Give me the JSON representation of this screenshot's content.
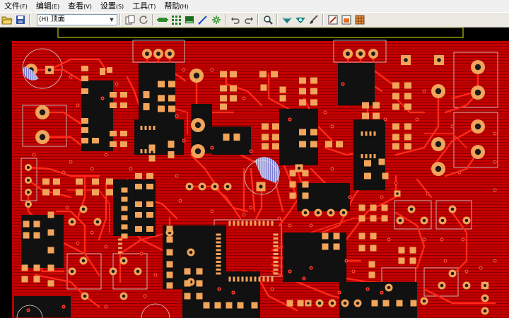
{
  "menu": [
    {
      "label": "文件",
      "key": "(F)"
    },
    {
      "label": "编辑",
      "key": "(E)"
    },
    {
      "label": "查看",
      "key": "(V)"
    },
    {
      "label": "设置",
      "key": "(S)"
    },
    {
      "label": "工具",
      "key": "(T)"
    },
    {
      "label": "帮助",
      "key": "(H)"
    }
  ],
  "toolbar": {
    "layer_code": "(H)",
    "layer_value": "顶面"
  },
  "colors": {
    "board": "#c40000",
    "board_dark": "#8a0000",
    "trace": "#ff2a1a",
    "copper_pad": "#f2a45a",
    "hole": "#1a1a1a",
    "outline": "#d8d8d8",
    "background": "#000000",
    "toolbar": "#ece9e3"
  },
  "icons": [
    "open-folder-icon",
    "save-icon",
    "copy-icon",
    "refresh-icon",
    "component-icon",
    "grid-icon",
    "route-icon",
    "diagonal-route-icon",
    "via-icon",
    "undo-icon",
    "redo-icon",
    "zoom-icon",
    "net-icon",
    "cross-probe-icon",
    "brush-icon",
    "pcb-rule-icon",
    "layer-icon",
    "pattern-icon"
  ]
}
